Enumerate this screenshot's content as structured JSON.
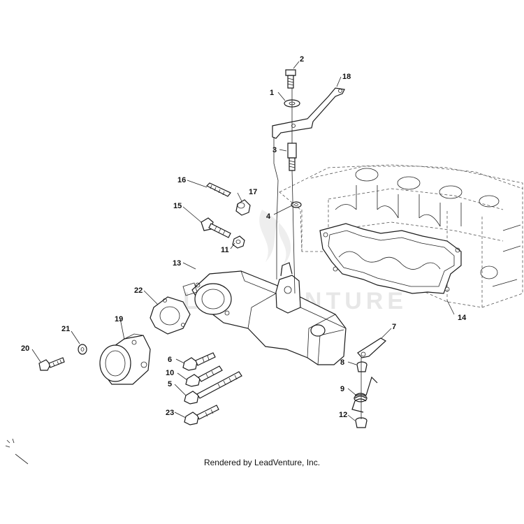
{
  "footer": {
    "text": "Rendered by LeadVenture, Inc."
  },
  "watermark": {
    "text": "LEADVENTURE"
  },
  "callouts": [
    {
      "id": "1",
      "label": "1"
    },
    {
      "id": "2",
      "label": "2"
    },
    {
      "id": "3",
      "label": "3"
    },
    {
      "id": "4",
      "label": "4"
    },
    {
      "id": "5",
      "label": "5"
    },
    {
      "id": "6",
      "label": "6"
    },
    {
      "id": "7",
      "label": "7"
    },
    {
      "id": "8",
      "label": "8"
    },
    {
      "id": "9",
      "label": "9"
    },
    {
      "id": "10",
      "label": "10"
    },
    {
      "id": "11",
      "label": "11"
    },
    {
      "id": "12",
      "label": "12"
    },
    {
      "id": "13",
      "label": "13"
    },
    {
      "id": "14",
      "label": "14"
    },
    {
      "id": "15",
      "label": "15"
    },
    {
      "id": "16",
      "label": "16"
    },
    {
      "id": "17",
      "label": "17"
    },
    {
      "id": "18",
      "label": "18"
    },
    {
      "id": "19",
      "label": "19"
    },
    {
      "id": "20",
      "label": "20"
    },
    {
      "id": "21",
      "label": "21"
    },
    {
      "id": "22",
      "label": "22"
    },
    {
      "id": "23",
      "label": "23"
    }
  ]
}
